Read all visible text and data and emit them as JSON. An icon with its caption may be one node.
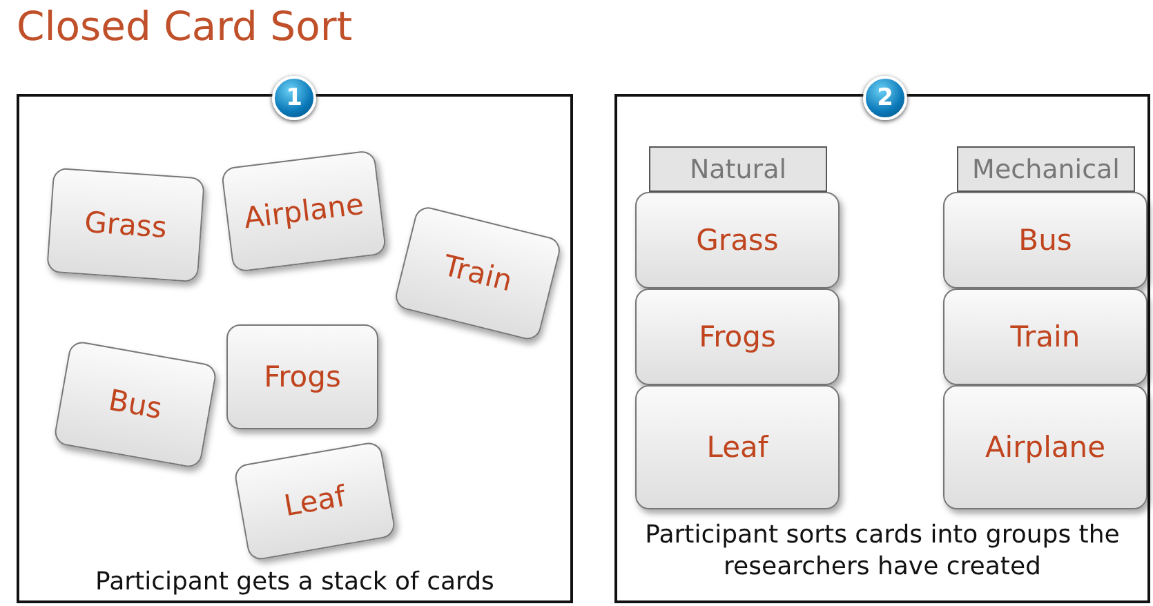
{
  "diagram": {
    "title": "Closed Card Sort",
    "nodes": [
      {
        "text": [
          "1"
        ]
      },
      {
        "text": [
          "Participant gets a stack of cards"
        ]
      },
      {
        "text": [
          "Grass"
        ],
        "in": 1
      },
      {
        "text": [
          "Airplane"
        ],
        "in": 1
      },
      {
        "text": [
          "Bus"
        ],
        "in": 1
      },
      {
        "text": [
          "Frogs"
        ],
        "in": 1
      },
      {
        "text": [
          "Train"
        ],
        "in": 1
      },
      {
        "text": [
          "Leaf"
        ],
        "in": 1
      },
      {
        "text": [
          "2"
        ]
      },
      {
        "text": [
          "Participant sorts cards into groups the researchers have created"
        ]
      },
      {
        "text": [
          "Natural"
        ],
        "in": 9
      },
      {
        "text": [
          "Grass"
        ],
        "in": 9
      },
      {
        "text": [
          "Frogs"
        ],
        "in": 9
      },
      {
        "text": [
          "Leaf"
        ],
        "in": 9
      },
      {
        "text": [
          "Mechanical"
        ],
        "in": 9
      },
      {
        "text": [
          "Bus"
        ],
        "in": 9
      },
      {
        "text": [
          "Train"
        ],
        "in": 9
      },
      {
        "text": [
          "Airplane"
        ],
        "in": 9
      }
    ]
  }
}
